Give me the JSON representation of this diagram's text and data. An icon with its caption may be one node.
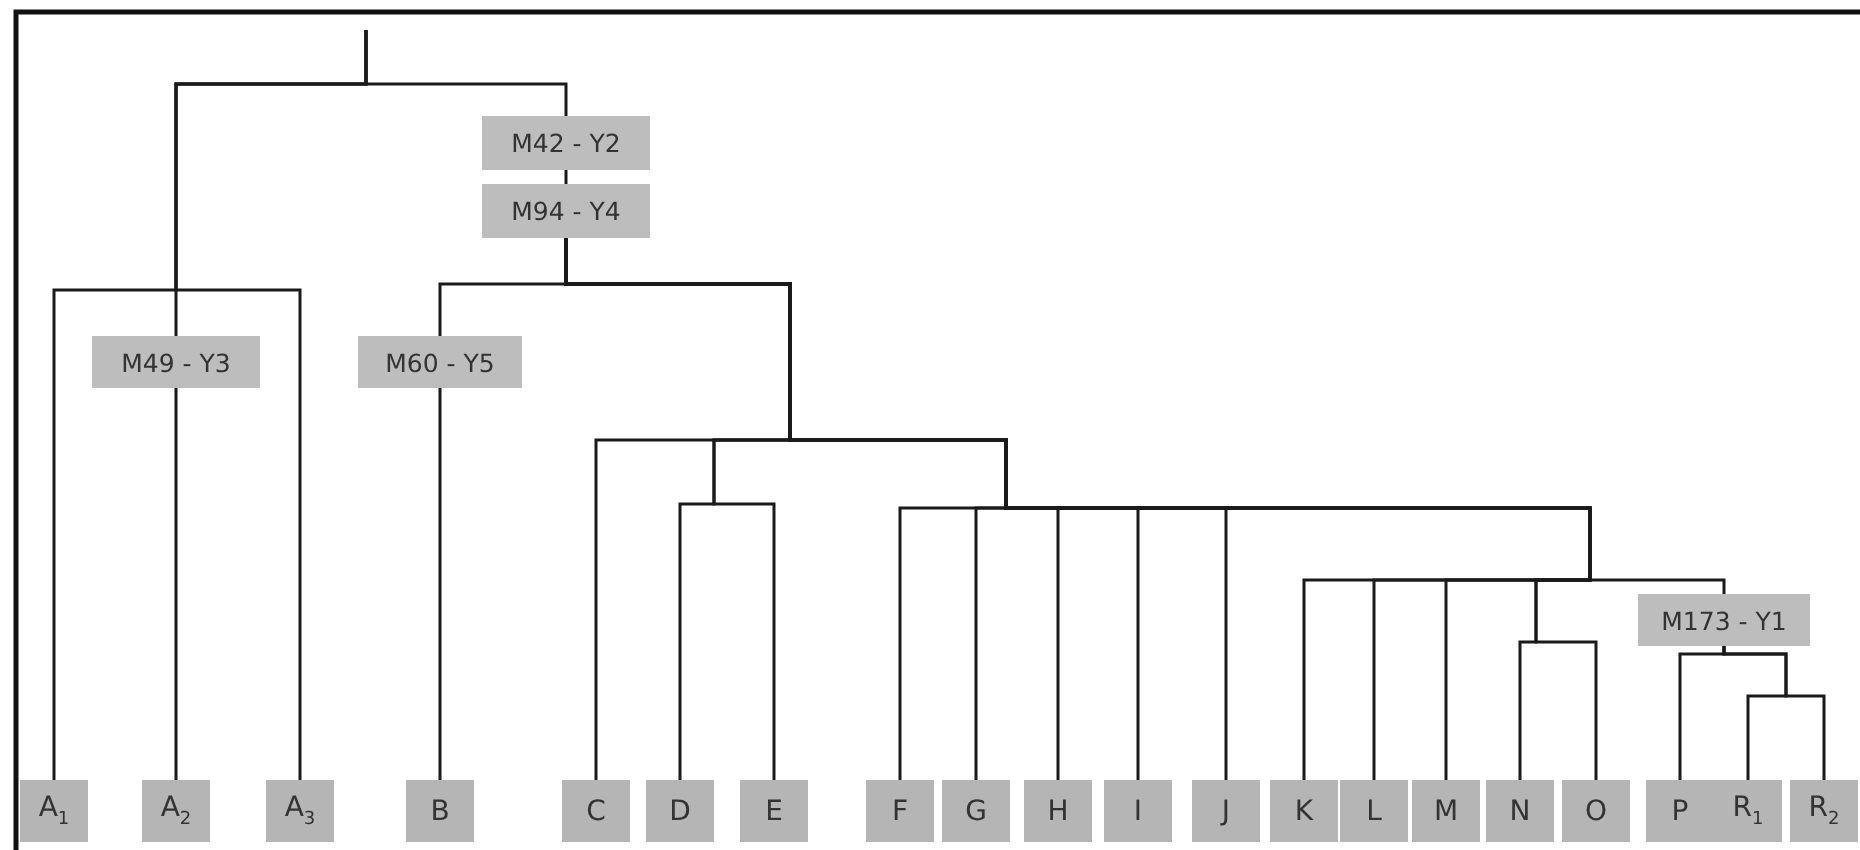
{
  "diagram": {
    "nodes": [
      {
        "text": [
          "M42 - Y2"
        ]
      },
      {
        "text": [
          "M94 - Y4"
        ]
      },
      {
        "text": [
          "M49 - Y3"
        ]
      },
      {
        "text": [
          "M60 - Y5"
        ]
      },
      {
        "text": [
          "M173 - Y1"
        ]
      },
      {
        "text": [
          "A$_{1}$"
        ]
      },
      {
        "text": [
          "A$_{2}$"
        ]
      },
      {
        "text": [
          "A$_{3}$"
        ]
      },
      {
        "text": [
          "B"
        ]
      },
      {
        "text": [
          "C"
        ]
      },
      {
        "text": [
          "D"
        ]
      },
      {
        "text": [
          "E"
        ]
      },
      {
        "text": [
          "F"
        ]
      },
      {
        "text": [
          "G"
        ]
      },
      {
        "text": [
          "H"
        ]
      },
      {
        "text": [
          "I"
        ]
      },
      {
        "text": [
          "J"
        ]
      },
      {
        "text": [
          "K"
        ]
      },
      {
        "text": [
          "L"
        ]
      },
      {
        "text": [
          "M"
        ]
      },
      {
        "text": [
          "N"
        ]
      },
      {
        "text": [
          "O"
        ]
      },
      {
        "text": [
          "P"
        ]
      },
      {
        "text": [
          "R$_{1}$"
        ]
      },
      {
        "text": [
          "R$_{2}$"
        ]
      }
    ],
    "edges": [
      {
        "from": null,
        "to": 5,
        "arrow": "none"
      },
      {
        "from": null,
        "to": 2,
        "arrow": "none"
      },
      {
        "from": null,
        "to": 7,
        "arrow": "none"
      },
      {
        "from": null,
        "to": 0,
        "arrow": "none"
      },
      {
        "from": 2,
        "to": 6,
        "arrow": "none"
      },
      {
        "from": 0,
        "to": 1,
        "arrow": "none"
      },
      {
        "from": 1,
        "to": 3,
        "arrow": "none"
      },
      {
        "from": 3,
        "to": 8,
        "arrow": "none"
      },
      {
        "from": 1,
        "to": 9,
        "arrow": "none"
      },
      {
        "from": 1,
        "to": 10,
        "arrow": "none"
      },
      {
        "from": 1,
        "to": 11,
        "arrow": "none"
      },
      {
        "from": 1,
        "to": 12,
        "arrow": "none"
      },
      {
        "from": 1,
        "to": 13,
        "arrow": "none"
      },
      {
        "from": 1,
        "to": 14,
        "arrow": "none"
      },
      {
        "from": 1,
        "to": 15,
        "arrow": "none"
      },
      {
        "from": 1,
        "to": 16,
        "arrow": "none"
      },
      {
        "from": 1,
        "to": 17,
        "arrow": "none"
      },
      {
        "from": 1,
        "to": 18,
        "arrow": "none"
      },
      {
        "from": 1,
        "to": 19,
        "arrow": "none"
      },
      {
        "from": 1,
        "to": 20,
        "arrow": "none"
      },
      {
        "from": 1,
        "to": 21,
        "arrow": "none"
      },
      {
        "from": 1,
        "to": 4,
        "arrow": "none"
      },
      {
        "from": 4,
        "to": 22,
        "arrow": "none"
      },
      {
        "from": 4,
        "to": 23,
        "arrow": "none"
      },
      {
        "from": 4,
        "to": 24,
        "arrow": "none"
      }
    ]
  }
}
